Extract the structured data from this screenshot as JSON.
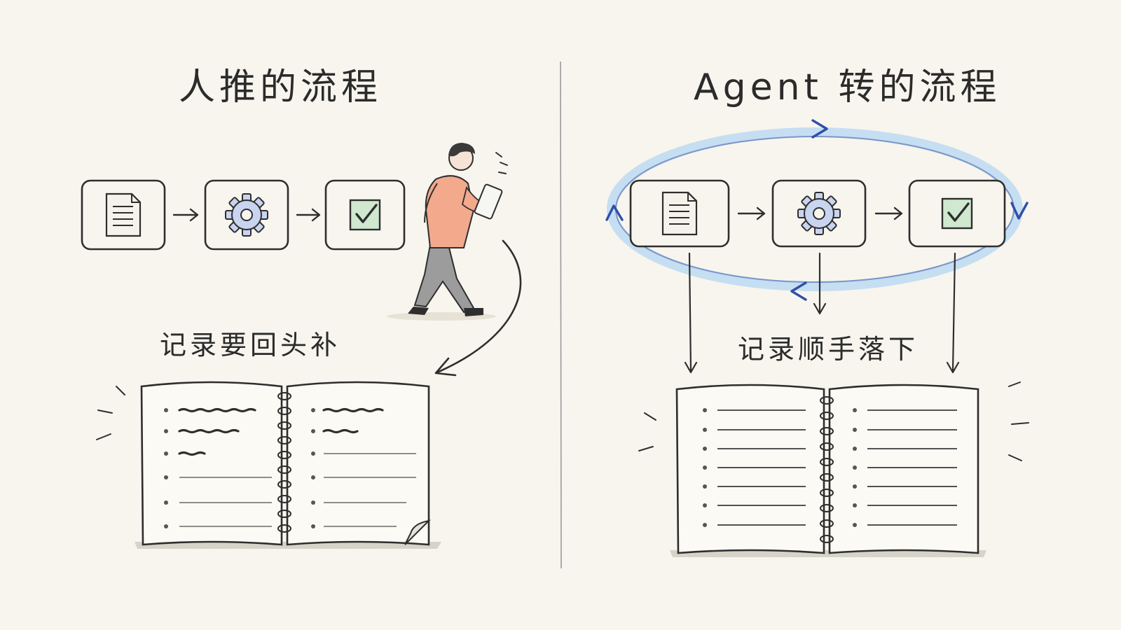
{
  "left_panel": {
    "title": "人推的流程",
    "caption": "记录要回头补"
  },
  "right_panel": {
    "title": "Agent 转的流程",
    "caption": "记录顺手落下"
  },
  "icons": {
    "step1": "document-icon",
    "step2": "gear-icon",
    "step3": "checkbox-icon"
  },
  "colors": {
    "background": "#f7f5ee",
    "ink": "#2e2e2e",
    "loop_blue": "#9cc6e8",
    "arrow_blue": "#2f4fa8",
    "person_shirt": "#f2a98c",
    "check_green": "#cfe8cf",
    "gear_fill": "#c9d4ef"
  }
}
